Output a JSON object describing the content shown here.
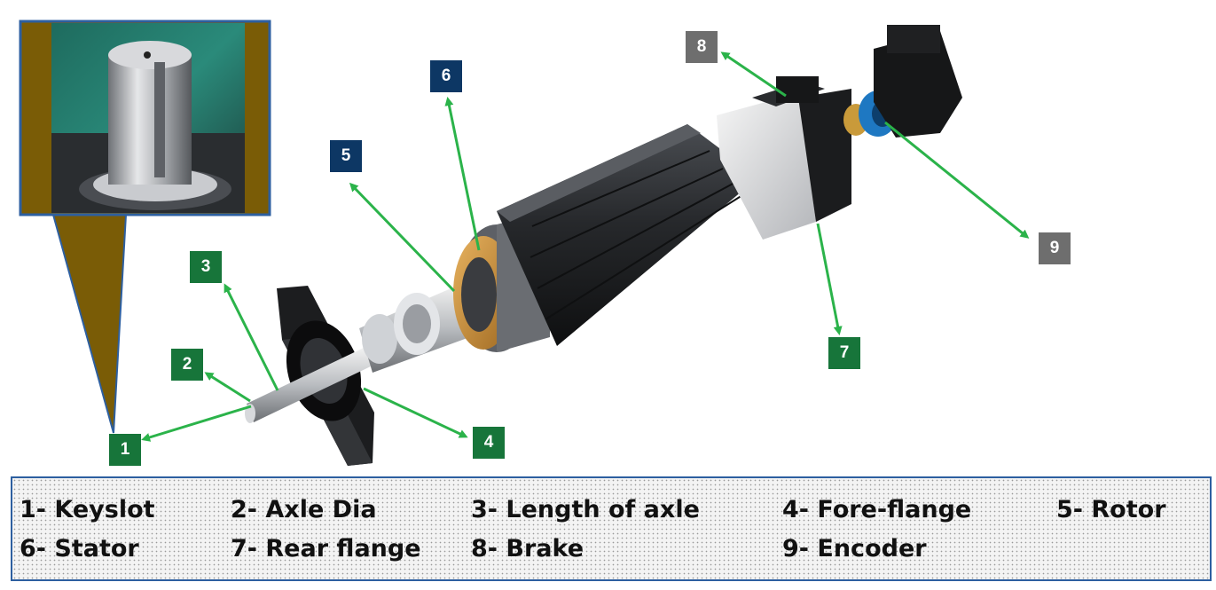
{
  "callouts": [
    {
      "id": "1",
      "number": "1",
      "color": "#17753a"
    },
    {
      "id": "2",
      "number": "2",
      "color": "#17753a"
    },
    {
      "id": "3",
      "number": "3",
      "color": "#17753a"
    },
    {
      "id": "4",
      "number": "4",
      "color": "#17753a"
    },
    {
      "id": "5",
      "number": "5",
      "color": "#0d3764"
    },
    {
      "id": "6",
      "number": "6",
      "color": "#0d3764"
    },
    {
      "id": "7",
      "number": "7",
      "color": "#17753a"
    },
    {
      "id": "8",
      "number": "8",
      "color": "#6e6e6e"
    },
    {
      "id": "9",
      "number": "9",
      "color": "#6e6e6e"
    }
  ],
  "legend": {
    "items": [
      {
        "text": "1- Keyslot"
      },
      {
        "text": "2- Axle Dia"
      },
      {
        "text": "3- Length of axle"
      },
      {
        "text": "4- Fore-flange"
      },
      {
        "text": "5- Rotor"
      },
      {
        "text": "6- Stator"
      },
      {
        "text": "7- Rear flange"
      },
      {
        "text": "8- Brake"
      },
      {
        "text": "9- Encoder"
      }
    ]
  },
  "colors": {
    "arrow": "#2bb34a",
    "callout_green": "#17753a",
    "callout_navy": "#0d3764",
    "callout_gray": "#6e6e6e",
    "legend_border": "#2d5fa0",
    "inset_frame": "#2d5fa0",
    "inset_fill": "#7a5c06"
  }
}
